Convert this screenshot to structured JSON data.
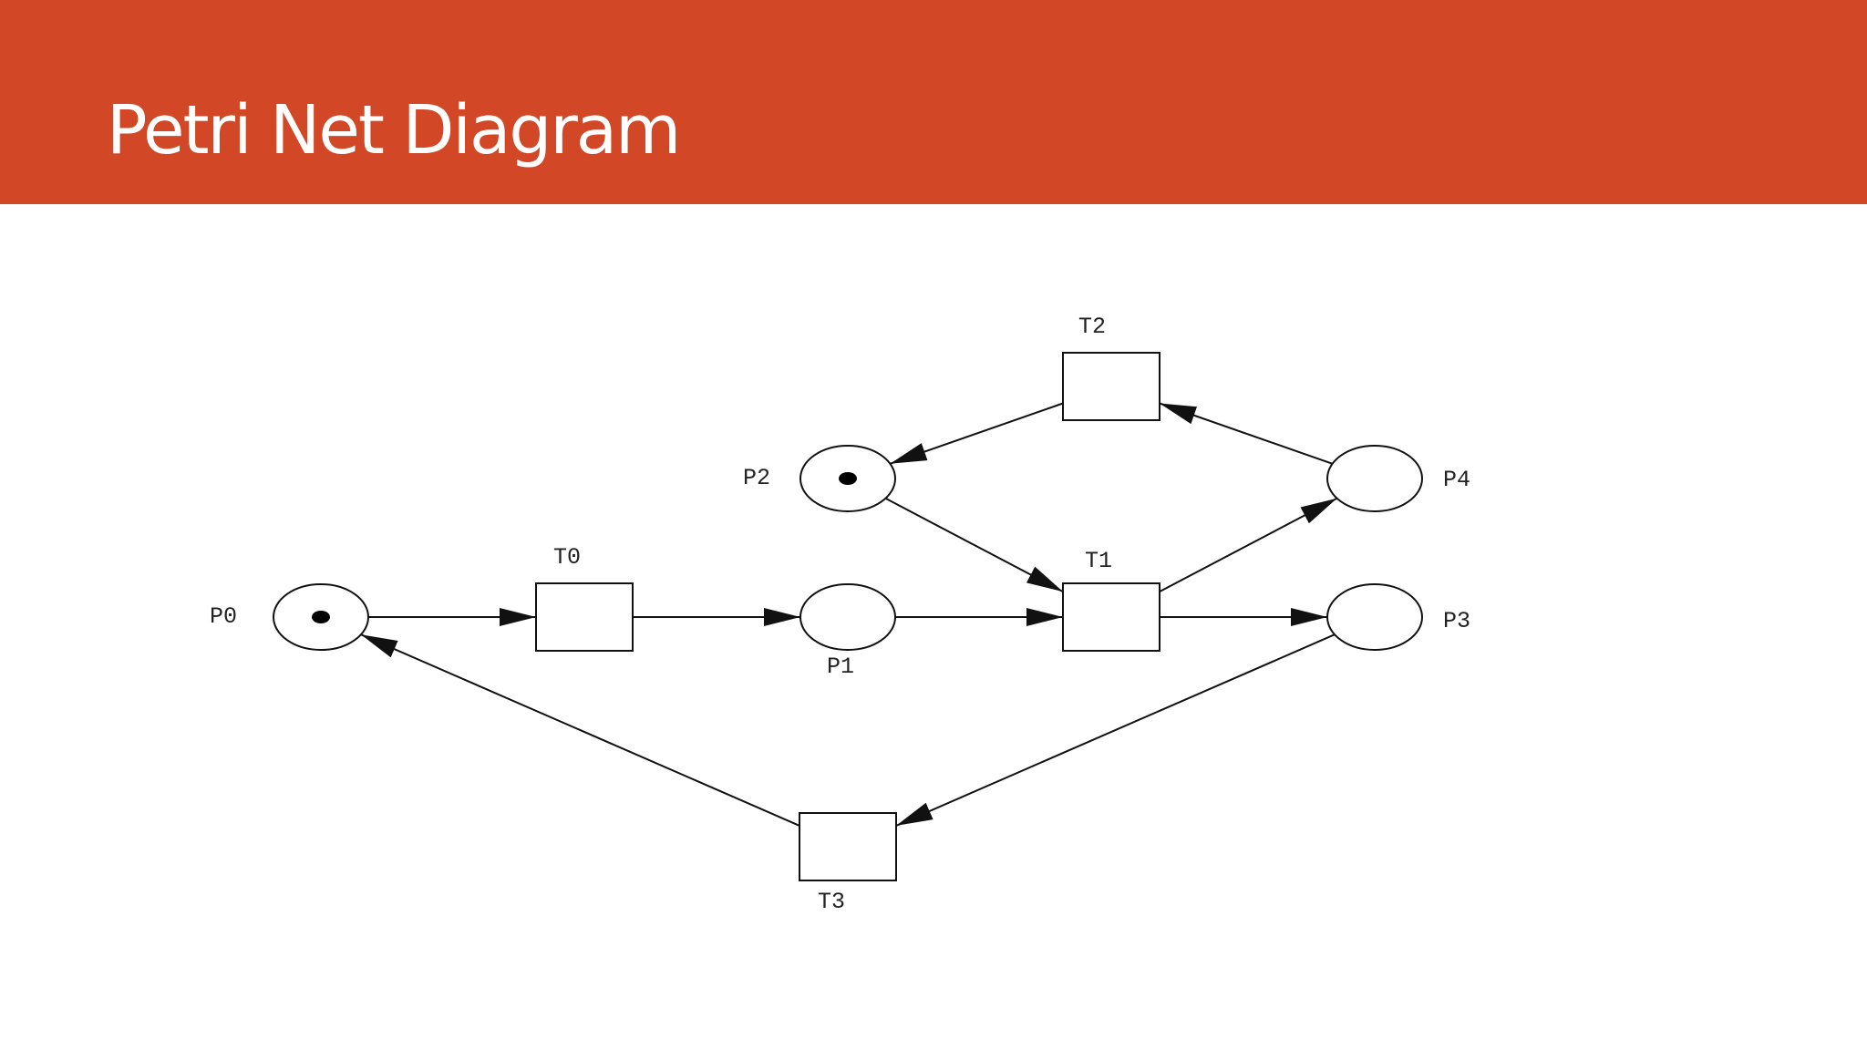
{
  "slide": {
    "title": "Petri Net Diagram"
  },
  "diagram": {
    "places": [
      {
        "id": "P0",
        "label": "P0",
        "tokens": 1
      },
      {
        "id": "P1",
        "label": "P1",
        "tokens": 0
      },
      {
        "id": "P2",
        "label": "P2",
        "tokens": 1
      },
      {
        "id": "P3",
        "label": "P3",
        "tokens": 0
      },
      {
        "id": "P4",
        "label": "P4",
        "tokens": 0
      }
    ],
    "transitions": [
      {
        "id": "T0",
        "label": "T0"
      },
      {
        "id": "T1",
        "label": "T1"
      },
      {
        "id": "T2",
        "label": "T2"
      },
      {
        "id": "T3",
        "label": "T3"
      }
    ],
    "arcs": [
      {
        "from": "P0",
        "to": "T0"
      },
      {
        "from": "T0",
        "to": "P1"
      },
      {
        "from": "P1",
        "to": "T1"
      },
      {
        "from": "P2",
        "to": "T1"
      },
      {
        "from": "T1",
        "to": "P3"
      },
      {
        "from": "T1",
        "to": "P4"
      },
      {
        "from": "P4",
        "to": "T2"
      },
      {
        "from": "T2",
        "to": "P2"
      },
      {
        "from": "P3",
        "to": "T3"
      },
      {
        "from": "T3",
        "to": "P0"
      }
    ]
  }
}
